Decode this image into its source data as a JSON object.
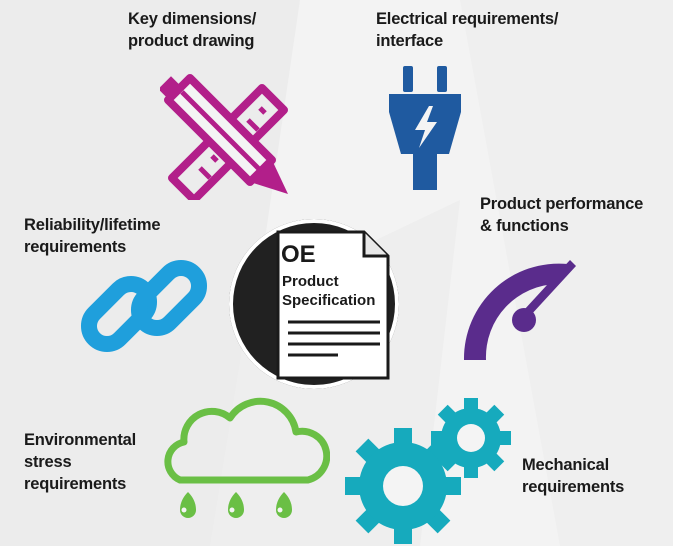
{
  "nodes": {
    "key_dimensions": {
      "line1": "Key dimensions/",
      "line2": "product drawing",
      "icon": "pencil-ruler-icon",
      "color": "#b21f8a"
    },
    "electrical": {
      "line1": "Electrical requirements/",
      "line2": "interface",
      "icon": "plug-icon",
      "color": "#1f5aa0"
    },
    "performance": {
      "line1": "Product performance",
      "line2": "& functions",
      "icon": "gauge-icon",
      "color": "#5a2c8c"
    },
    "mechanical": {
      "line1": "Mechanical",
      "line2": "requirements",
      "icon": "gears-icon",
      "color": "#16aabd"
    },
    "environmental": {
      "line1": "Environmental",
      "line2": "stress",
      "line3": "requirements",
      "icon": "cloud-rain-icon",
      "color": "#6abf45"
    },
    "reliability": {
      "line1": "Reliability/lifetime",
      "line2": "requirements",
      "icon": "chain-link-icon",
      "color": "#1f9fdc"
    }
  },
  "center": {
    "title": "OE",
    "line1": "Product",
    "line2": "Specification",
    "icon": "document-icon",
    "circle_color": "#212121"
  }
}
